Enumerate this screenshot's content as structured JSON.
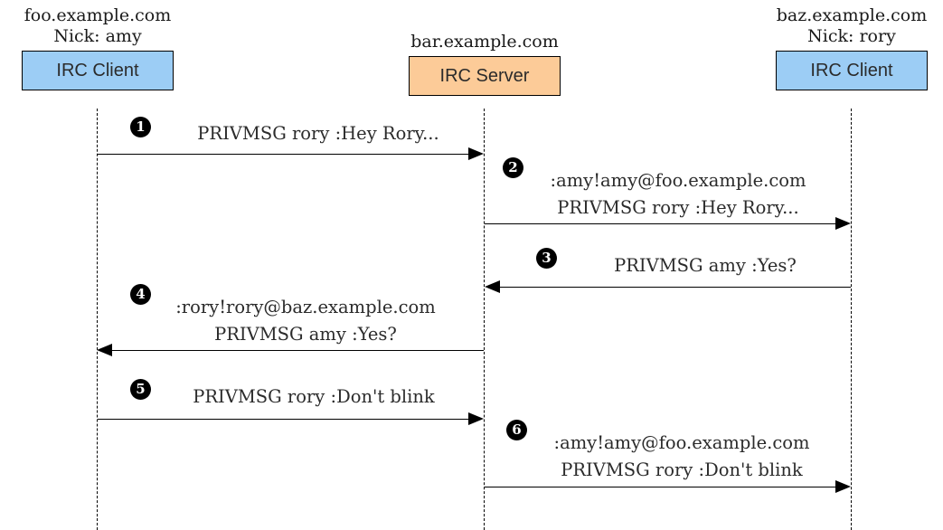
{
  "diagram": {
    "title": "IRC PRIVMSG message relay sequence diagram",
    "colors": {
      "client_box": "#9CCDF5",
      "server_box": "#FCCB98",
      "line": "#000000",
      "badge": "#000000",
      "text": "#2b2b2b",
      "background": "#ffffff"
    }
  },
  "participants": [
    {
      "id": "amy-client",
      "host": "foo.example.com",
      "nick": "Nick: amy",
      "box_label": "IRC Client",
      "role": "client"
    },
    {
      "id": "irc-server",
      "host": "bar.example.com",
      "nick": "",
      "box_label": "IRC Server",
      "role": "server"
    },
    {
      "id": "rory-client",
      "host": "baz.example.com",
      "nick": "Nick: rory",
      "box_label": "IRC Client",
      "role": "client"
    }
  ],
  "messages": [
    {
      "number": "1",
      "from": "amy-client",
      "to": "irc-server",
      "direction": "right",
      "lines": [
        "PRIVMSG rory :Hey Rory..."
      ]
    },
    {
      "number": "2",
      "from": "irc-server",
      "to": "rory-client",
      "direction": "right",
      "lines": [
        ":amy!amy@foo.example.com",
        "PRIVMSG rory :Hey Rory..."
      ]
    },
    {
      "number": "3",
      "from": "rory-client",
      "to": "irc-server",
      "direction": "left",
      "lines": [
        "PRIVMSG amy :Yes?"
      ]
    },
    {
      "number": "4",
      "from": "irc-server",
      "to": "amy-client",
      "direction": "left",
      "lines": [
        ":rory!rory@baz.example.com",
        "PRIVMSG amy :Yes?"
      ]
    },
    {
      "number": "5",
      "from": "amy-client",
      "to": "irc-server",
      "direction": "right",
      "lines": [
        "PRIVMSG rory :Don't blink"
      ]
    },
    {
      "number": "6",
      "from": "irc-server",
      "to": "rory-client",
      "direction": "right",
      "lines": [
        ":amy!amy@foo.example.com",
        "PRIVMSG rory :Don't blink"
      ]
    }
  ]
}
